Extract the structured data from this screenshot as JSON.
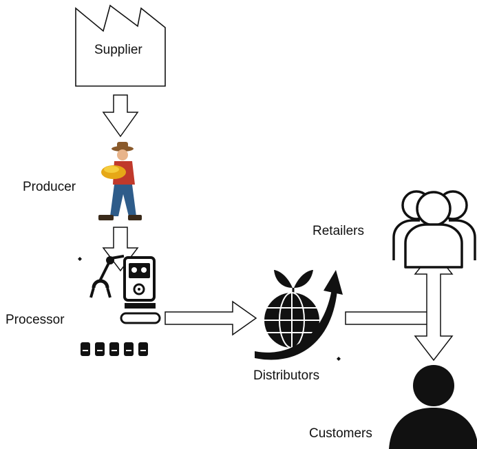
{
  "nodes": {
    "supplier": "Supplier",
    "producer": "Producer",
    "processor": "Processor",
    "distributors": "Distributors",
    "retailers": "Retailers",
    "customers": "Customers"
  },
  "icons": {
    "supplier": "factory-icon",
    "producer": "farmer-icon",
    "processor": "robotic-processing-icon",
    "distributors": "globe-growth-icon",
    "retailers": "people-group-icon",
    "customers": "person-icon"
  },
  "colors": {
    "stroke": "#111111",
    "farmer_shirt": "#c0392b",
    "farmer_pants": "#2e5c8a",
    "farmer_basket": "#e6a817"
  }
}
